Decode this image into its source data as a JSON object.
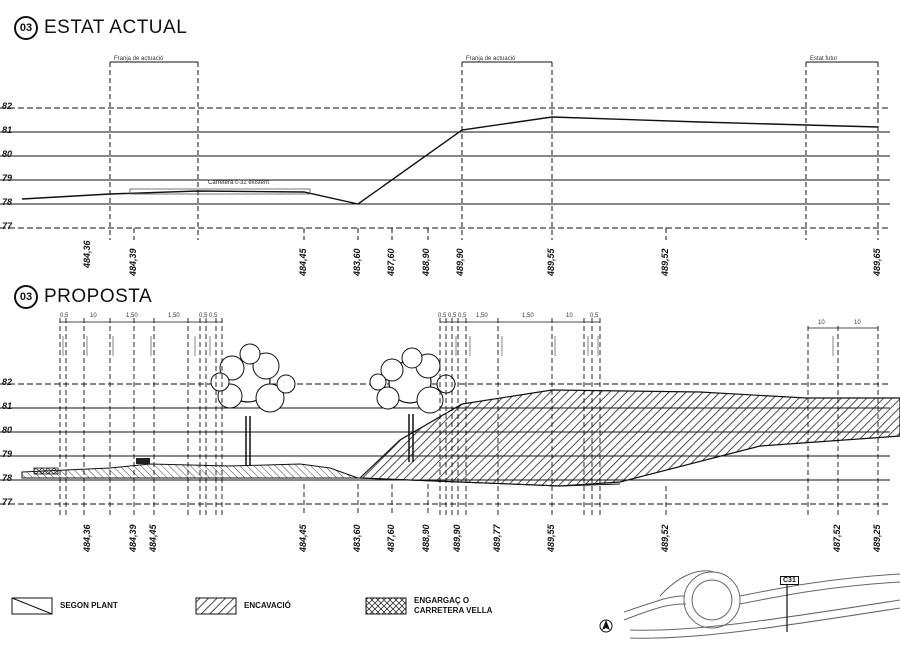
{
  "section1": {
    "number": "03",
    "title": "ESTAT ACTUAL"
  },
  "section2": {
    "number": "03",
    "title": "PROPOSTA"
  },
  "levels": [
    "82",
    "81",
    "80",
    "79",
    "78",
    "77"
  ],
  "section1_labels": [
    "Franja de actuació",
    "Franja de actuació",
    "Estat futur"
  ],
  "section1_road_label": "Carretera c-32 existent",
  "section1_elevations": [
    "484,36",
    "484,39",
    "484,45",
    "483,60",
    "487,60",
    "488,90",
    "489,90",
    "489,55",
    "489,52",
    "489,65"
  ],
  "section2_elevations": [
    "484,36",
    "484,39",
    "484,45",
    "484,45",
    "483,60",
    "487,60",
    "488,90",
    "489,90",
    "489,77",
    "489,55",
    "489,52",
    "487,52",
    "489,25"
  ],
  "section2_dims": [
    "0,5",
    "10",
    "1,50",
    "1,50",
    "0,5 0,5",
    "0,5 0,5 0,5",
    "1,50",
    "1,50",
    "10",
    "0,5",
    "10",
    "10"
  ],
  "legend": {
    "item1": "SEGON PLANT",
    "item2": "ENCAVACIÓ",
    "item3_line1": "ENGARGAÇ O",
    "item3_line2": "CARRETERA VELLA"
  },
  "keymap": {
    "label": "C31"
  }
}
